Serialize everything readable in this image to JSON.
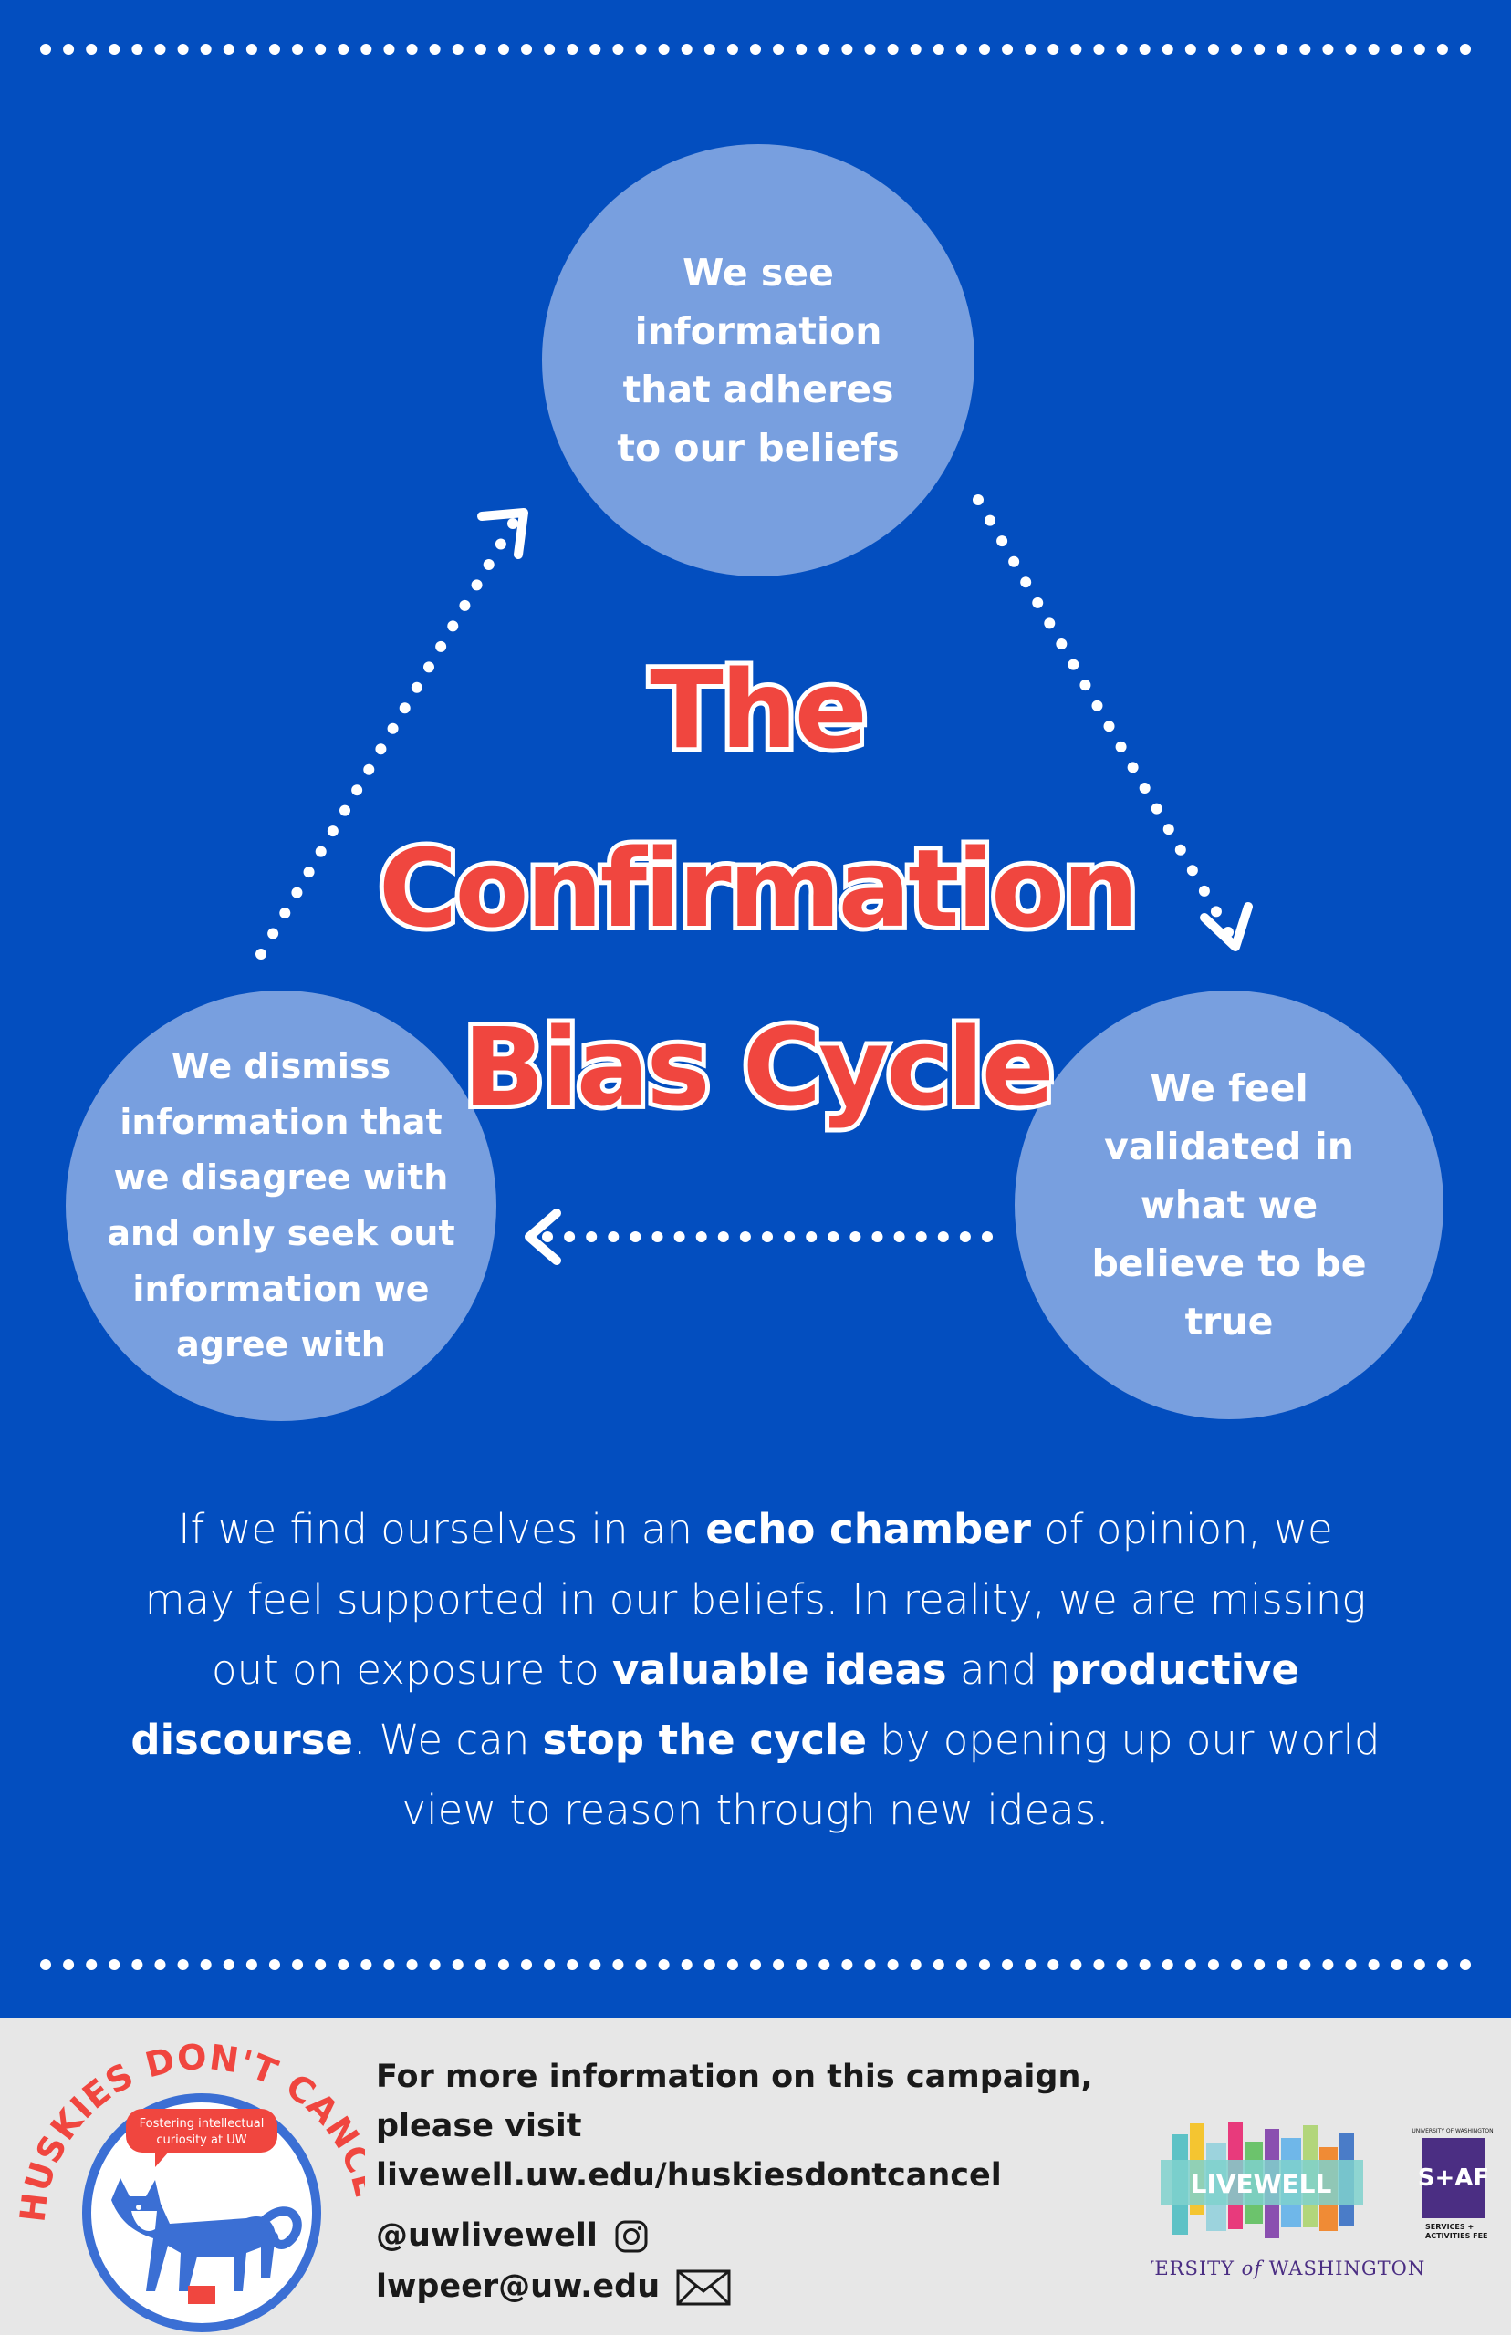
{
  "title": [
    "The",
    "Confirmation",
    "Bias Cycle"
  ],
  "cycle": {
    "top": "We see information that adheres to our beliefs",
    "right": "We feel validated in what we believe to be true",
    "left": "We dismiss information that we disagree with and only seek out information we agree with"
  },
  "body": {
    "t1": "If we find ourselves in an ",
    "b1": "echo chamber",
    "t2": " of opinion, we may feel supported in our beliefs. In reality, we are missing out on exposure to ",
    "b2": "valuable ideas",
    "t3": " and ",
    "b3": "productive discourse",
    "t4": ". We can ",
    "b4": "stop the cycle",
    "t5": " by opening up our world view to reason through new ideas."
  },
  "footer": {
    "info_line1": "For more information on this campaign, please visit",
    "info_line2": "livewell.uw.edu/huskiesdontcancel",
    "handle": "@uwlivewell",
    "email": "lwpeer@uw.edu",
    "icons": [
      "instagram-icon",
      "envelope-icon"
    ]
  },
  "logos": {
    "huskies_arc": "HUSKIES DON'T CANCEL",
    "huskies_bubble_1": "Fostering intellectual",
    "huskies_bubble_2": "curiosity at UW",
    "livewell": "LIVEWELL",
    "uw_prefix": "UNIVERSITY ",
    "uw_of": "of",
    "uw_suffix": " WASHINGTON",
    "saf_top": "UNIVERSITY OF WASHINGTON",
    "saf_mark": "S+AF",
    "saf_line1": "SERVICES +",
    "saf_line2": "ACTIVITIES FEE"
  },
  "colors": {
    "background": "#034ebf",
    "circle": "#789fdf",
    "title_red": "#f0463f",
    "footer_bg": "#e7e7e7",
    "logo_blue": "#3b6fd4",
    "uw_purple": "#4b2e83"
  }
}
